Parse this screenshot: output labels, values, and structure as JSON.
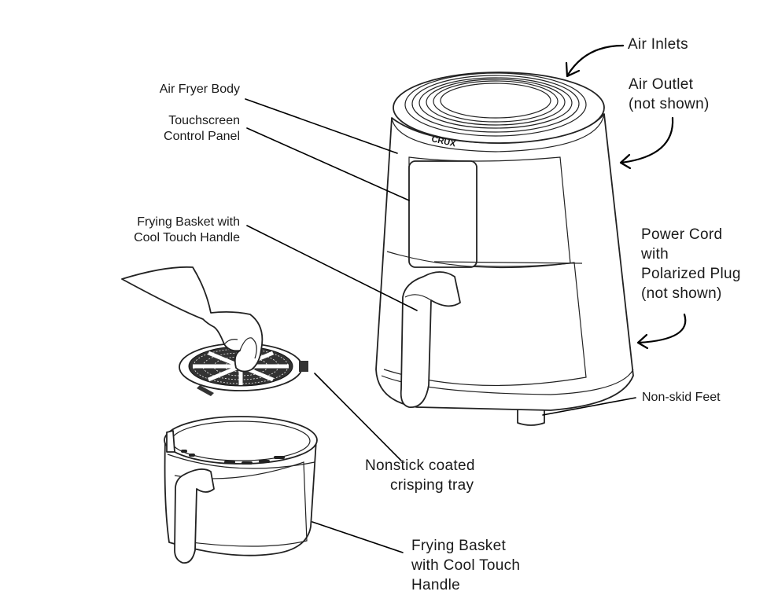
{
  "labels": {
    "air_fryer_body": "Air Fryer Body",
    "touchscreen_line1": "Touchscreen",
    "touchscreen_line2": "Control Panel",
    "basket_top_line1": "Frying Basket with",
    "basket_top_line2": "Cool Touch Handle",
    "air_inlets": "Air Inlets",
    "air_outlet_line1": "Air Outlet",
    "air_outlet_line2": "(not shown)",
    "power_cord_line1": "Power Cord",
    "power_cord_line2": "with",
    "power_cord_line3": "Polarized Plug",
    "power_cord_line4": "(not shown)",
    "feet": "Non-skid Feet",
    "tray_line1": "Nonstick coated",
    "tray_line2": "crisping tray",
    "basket_bottom_line1": "Frying Basket",
    "basket_bottom_line2": "with Cool Touch",
    "basket_bottom_line3": "Handle"
  },
  "brand_logo": "CRUX"
}
